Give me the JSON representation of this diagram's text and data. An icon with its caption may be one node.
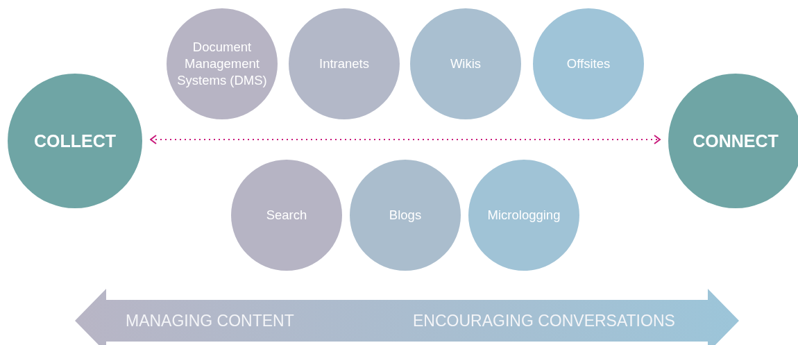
{
  "diagram": {
    "nodes": [
      {
        "text": [
          "Document Management Systems (DMS)"
        ]
      },
      {
        "text": [
          "Intranets"
        ]
      },
      {
        "text": [
          "Wikis"
        ]
      },
      {
        "text": [
          "Offsites"
        ]
      },
      {
        "text": [
          "COLLECT"
        ]
      },
      {
        "text": [
          "CONNECT"
        ]
      },
      {
        "text": [
          "Search"
        ]
      },
      {
        "text": [
          "Blogs"
        ]
      },
      {
        "text": [
          "Micrologging"
        ]
      },
      {
        "text": [
          "MANAGING CONTENT",
          "ENCOURAGING CONVERSATIONS"
        ]
      }
    ],
    "edges": [
      {
        "from": 4,
        "to": 5,
        "arrow": "both",
        "style": "dashed",
        "color": "#c8187a"
      }
    ]
  }
}
